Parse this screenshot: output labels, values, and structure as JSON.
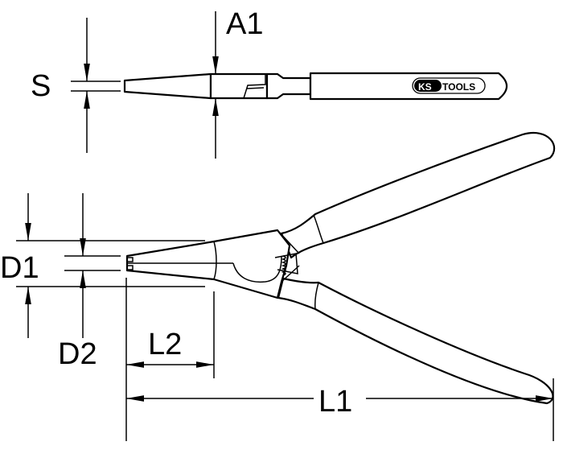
{
  "labels": {
    "s": "S",
    "a1": "A1",
    "d1": "D1",
    "d2": "D2",
    "l1": "L1",
    "l2": "L2"
  },
  "logo": {
    "text_ks": "KS",
    "text_tools": "TOOLS"
  },
  "colors": {
    "line": "#000000",
    "background": "#ffffff"
  }
}
